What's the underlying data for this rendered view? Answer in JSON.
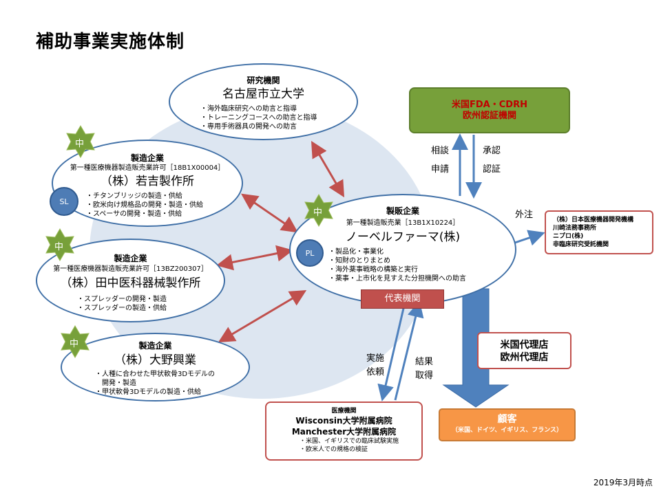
{
  "title": "補助事業実施体制",
  "research": {
    "category": "研究機関",
    "name": "名古屋市立大学",
    "bullets": [
      "海外臨床研究への助言と指導",
      "トレーニングコースへの助言と指導",
      "専用手術器具の開発への助言"
    ]
  },
  "wakayoshi": {
    "category": "製造企業",
    "license": "第一種医療機器製造販売業許可［18B1X00004］",
    "name": "（株）若吉製作所",
    "badge": "SL",
    "star": "中",
    "bullets": [
      "チタンブリッジの製造・供給",
      "欧米向け規格品の開発・製造・供給",
      "スペーサの開発・製造・供給"
    ]
  },
  "tanaka": {
    "category": "製造企業",
    "license": "第一種医療機器製造販売業許可［13BZ200307］",
    "name": "（株）田中医科器械製作所",
    "star": "中",
    "bullets": [
      "スプレッダーの開発・製造",
      "スプレッダーの製造・供給"
    ]
  },
  "ono": {
    "category": "製造企業",
    "name": "（株）大野興業",
    "star": "中",
    "bullets": [
      "人種に合わせた甲状軟骨3Dモデルの",
      "開発・製造",
      "甲状軟骨3Dモデルの製造・供給"
    ]
  },
  "novel": {
    "category": "製販企業",
    "license": "第一種製造販売業［13B1X10224］",
    "name": "ノーベルファーマ(株)",
    "badge": "PL",
    "star": "中",
    "bullets": [
      "製品化・事業化",
      "知財のとりまとめ",
      "海外薬事戦略の構築と実行",
      "薬事・上市化を見すえた分担機関への助言"
    ],
    "rep": "代表機関"
  },
  "fda": {
    "line1": "米国FDA・CDRH",
    "line2": "欧州認証機関"
  },
  "labels": {
    "consult": "相談",
    "apply": "申請",
    "approve": "承認",
    "certify": "認証",
    "outsource": "外注",
    "implement1": "実施",
    "implement2": "依頼",
    "result1": "結果",
    "result2": "取得"
  },
  "outsource_box": {
    "lines": [
      "（株）日本医療機器開発機構",
      "川崎法務事務所",
      "ニプロ(株)",
      "非臨床研究受託機関"
    ]
  },
  "agents": {
    "line1": "米国代理店",
    "line2": "欧州代理店"
  },
  "customer": {
    "name": "顧客",
    "sub": "（米国、ドイツ、イギリス、フランス）"
  },
  "medical": {
    "category": "医療機関",
    "line1": "Wisconsin大学附属病院",
    "line2": "Manchester大学附属病院",
    "bullets": [
      "米国、イギリスでの臨床試験実施",
      "欧米人での規格の検証"
    ]
  },
  "footnote": "2019年3月時点",
  "colors": {
    "ellipse_border": "#3f6fa6",
    "star": "#77a03a",
    "fda": "#77a03a",
    "red": "#c0504d",
    "orange": "#f79646",
    "blue_arrow": "#4f81bd",
    "bg_circle": "#dde6f1"
  }
}
